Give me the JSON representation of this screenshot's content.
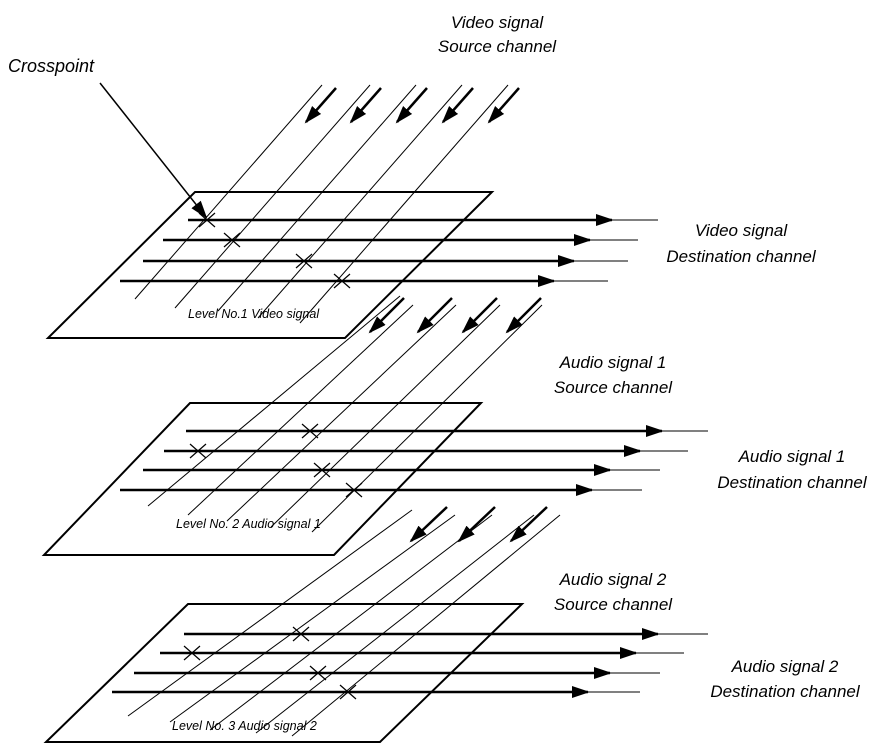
{
  "crosspoint_label": "Crosspoint",
  "levels": [
    {
      "plane_label": "Level No.1  Video signal",
      "source_label": [
        "Video signal",
        "Source channel"
      ],
      "destination_label": [
        "Video signal",
        "Destination channel"
      ]
    },
    {
      "plane_label": "Level No. 2 Audio signal 1",
      "source_label": [
        "Audio signal 1",
        "Source channel"
      ],
      "destination_label": [
        "Audio signal 1",
        "Destination channel"
      ]
    },
    {
      "plane_label": "Level No. 3 Audio signal 2",
      "source_label": [
        "Audio signal 2",
        "Source channel"
      ],
      "destination_label": [
        "Audio signal 2",
        "Destination channel"
      ]
    }
  ],
  "colors": {
    "stroke": "#000000",
    "background": "#ffffff"
  }
}
